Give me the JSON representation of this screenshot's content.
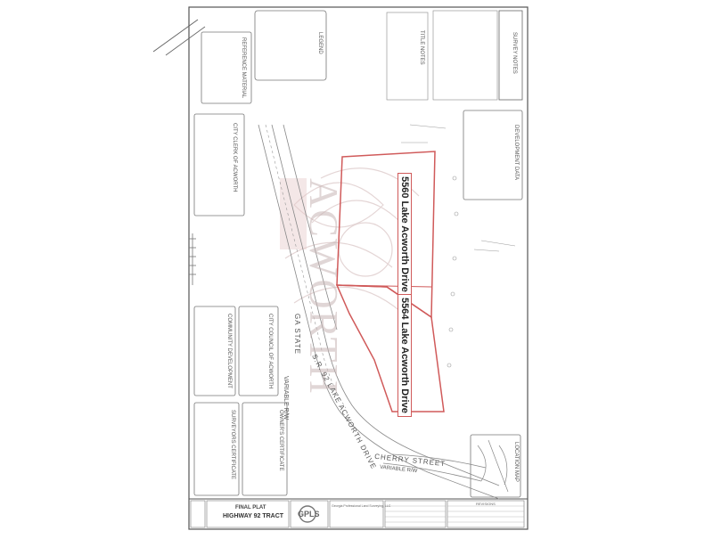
{
  "address_1": "5560 Lake Acworth Drive",
  "address_2": "5564 Lake Acworth Drive",
  "watermark": "ACWORTH",
  "sections": {
    "survey_notes": "SURVEY NOTES",
    "title_notes": "TITLE NOTES",
    "legend": "LEGEND",
    "reference_material": "REFERENCE MATERIAL",
    "development_data": "DEVELOPMENT DATA",
    "city_clerk": "CITY CLERK OF ACWORTH",
    "community_development": "COMMUNITY DEVELOPMENT",
    "city_council": "CITY COUNCIL OF ACWORTH",
    "owners_certificate": "OWNER'S CERTIFICATE",
    "surveyors_certificate": "SURVEYORS CERTIFICATE",
    "location_map": "LOCATION MAP"
  },
  "roads": {
    "lake_acworth": "S.R. 92 LAKE ACWORTH DRIVE",
    "ga_state": "GA STATE",
    "variable_row_1": "VARIABLE R/W",
    "cherry_street": "CHERRY STREET",
    "variable_row_2": "VARIABLE R/W"
  },
  "title_block": {
    "final_plat": "FINAL PLAT",
    "tract": "HIGHWAY 92 TRACT",
    "logo": "GPLS",
    "firm": "Georgia Professional Land Surveying, LLC",
    "revisions": "REVISIONS"
  }
}
